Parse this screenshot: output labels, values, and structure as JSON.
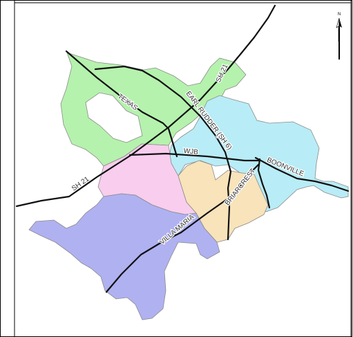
{
  "colors": {
    "green_district": "#b5f2ad",
    "cyan_district": "#b8ecf6",
    "pink_district": "#f8cdee",
    "tan_district": "#f8e3ba",
    "purple_district": "#b0b1f1",
    "district_border": "#8a8a8a",
    "road": "#111111",
    "label_halo": "#ffffff",
    "label_text": "#333333"
  },
  "north_arrow": {
    "letter": "N"
  },
  "road_labels": {
    "texas": "TEXAS",
    "earl_rudder": "EARL RUDDER (SH 6)",
    "sh21_north": "SH 21",
    "sh21_west": "SH 21",
    "wjb": "WJB",
    "boonville": "BOONVILLE",
    "briarcrest": "BRIARCREST",
    "villa_maria": "VILLA MARIA"
  }
}
